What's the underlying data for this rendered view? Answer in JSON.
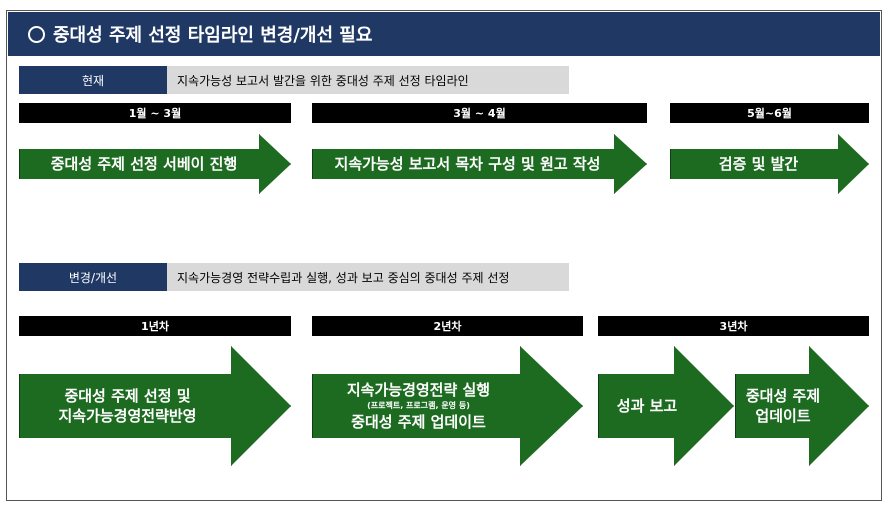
{
  "title": "중대성 주제 선정 타임라인 변경/개선 필요",
  "current": {
    "tag": "현재",
    "description": "지속가능성 보고서 발간을 위한 중대성 주제 선정 타임라인",
    "phases": [
      {
        "period": "1월 ~ 3월",
        "task": "중대성 주제 선정 서베이 진행"
      },
      {
        "period": "3월 ~ 4월",
        "task": "지속가능성 보고서 목차 구성 및 원고 작성"
      },
      {
        "period": "5월~6월",
        "task": "검증 및 발간"
      }
    ]
  },
  "improved": {
    "tag": "변경/개선",
    "description": "지속가능경영 전략수립과 실행, 성과 보고 중심의 중대성 주제 선정",
    "years": [
      {
        "period": "1년차",
        "task_line1": "중대성 주제 선정 및",
        "task_line2": "지속가능경영전략반영"
      },
      {
        "period": "2년차",
        "task_line1": "지속가능경영전략 실행",
        "task_note": "(프로젝트, 프로그램, 운영 등)",
        "task_line2": "중대성 주제 업데이트"
      },
      {
        "period": "3년차",
        "task_a": "성과 보고",
        "task_b_line1": "중대성 주제",
        "task_b_line2": "업데이트"
      }
    ]
  },
  "colors": {
    "navy": "#1f3864",
    "green": "#1d6b21",
    "gray": "#d9d9d9"
  }
}
